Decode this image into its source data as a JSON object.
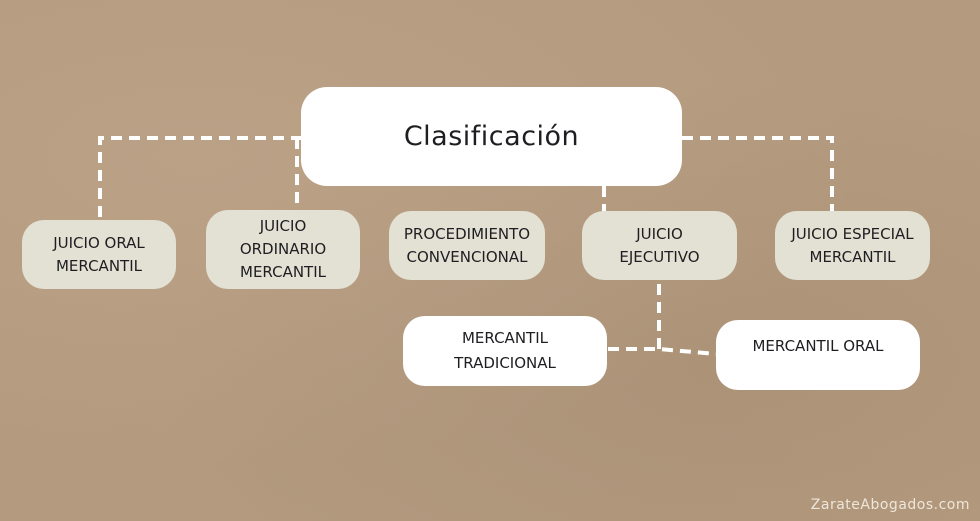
{
  "diagram": {
    "root": {
      "label": "Clasificación"
    },
    "categories": [
      {
        "label": "JUICIO ORAL\nMERCANTIL"
      },
      {
        "label": "JUICIO\nORDINARIO\nMERCANTIL"
      },
      {
        "label": "PROCEDIMIENTO\nCONVENCIONAL"
      },
      {
        "label": "JUICIO\nEJECUTIVO"
      },
      {
        "label": "JUICIO ESPECIAL\nMERCANTIL"
      }
    ],
    "subtypes": [
      {
        "parent": "JUICIO EJECUTIVO",
        "label": "MERCANTIL\nTRADICIONAL"
      },
      {
        "parent": "JUICIO EJECUTIVO",
        "label": "MERCANTIL ORAL"
      }
    ],
    "colors": {
      "background": "#b49a7e",
      "root_fill": "#ffffff",
      "category_fill": "#e2e1d3",
      "subtype_fill": "#ffffff",
      "connector": "#ffffff",
      "text": "#1e1e22"
    }
  },
  "watermark": "ZarateAbogados.com"
}
